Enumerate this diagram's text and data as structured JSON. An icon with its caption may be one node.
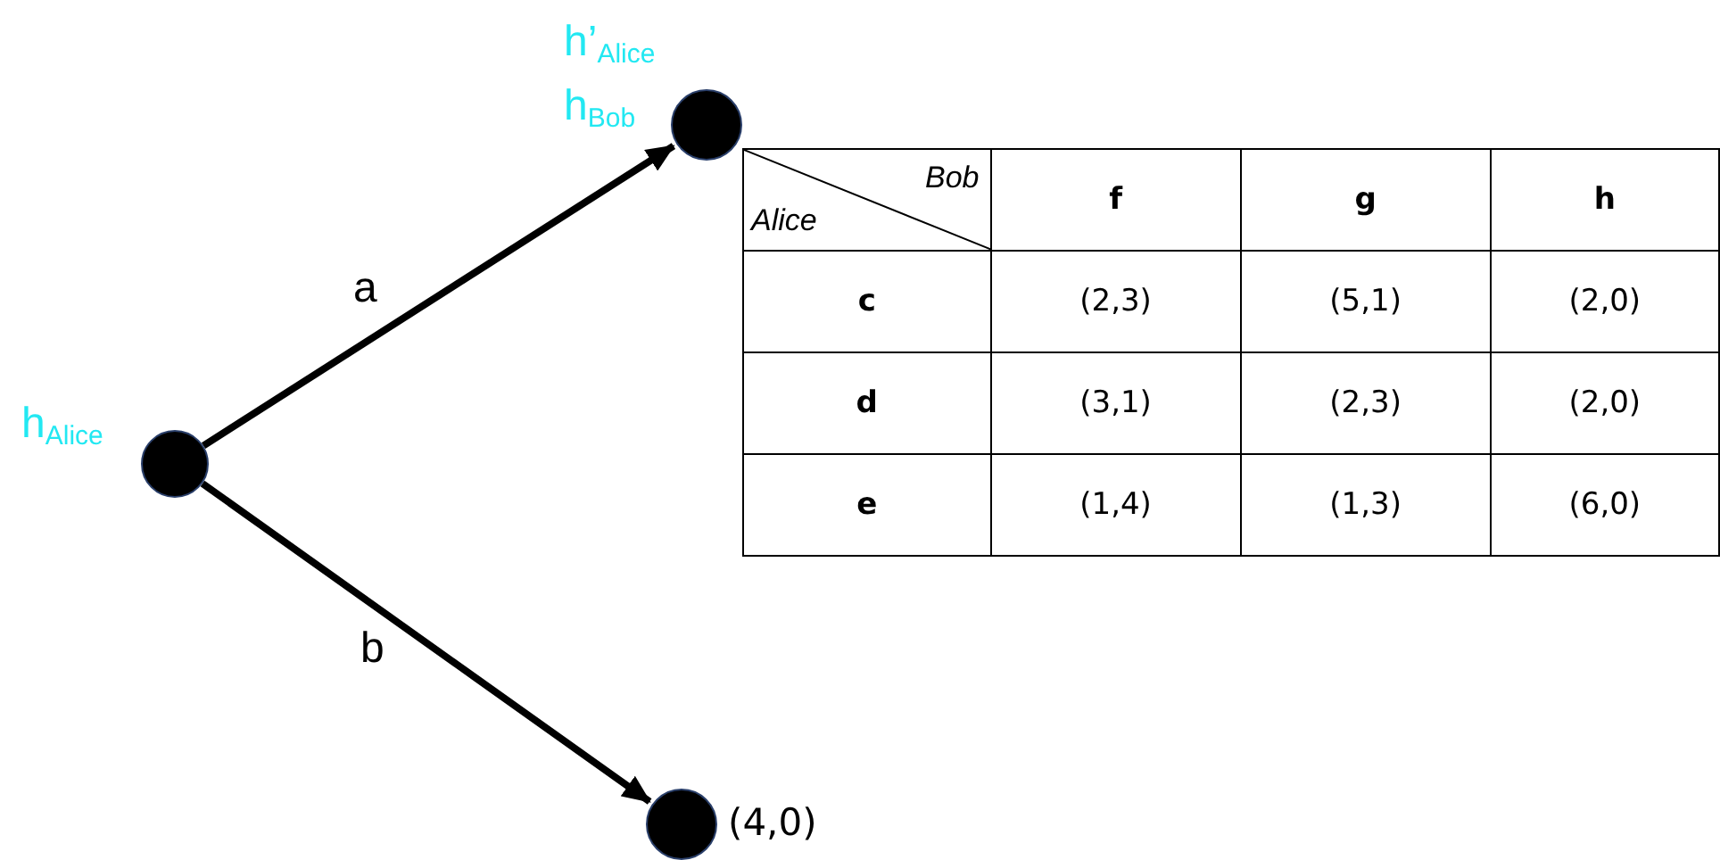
{
  "diagram": {
    "nodes": [
      {
        "text": [],
        "shape": "circle",
        "beside": [
          "h$_{Alice}$"
        ]
      },
      {
        "text": [],
        "shape": "circle",
        "beside": [
          "h’$_{Alice}$",
          "h$_{Bob}$"
        ]
      },
      {
        "text": [],
        "shape": "circle",
        "beside": [
          "(4,0)"
        ]
      }
    ],
    "edges": [
      {
        "from": 0,
        "to": 1,
        "arrow": "to",
        "label": "a"
      },
      {
        "from": 0,
        "to": 2,
        "arrow": "to",
        "label": "b"
      }
    ],
    "labels": [
      "Bob",
      "Alice",
      "f",
      "g",
      "h",
      "c",
      "(2,3)",
      "(5,1)",
      "(2,0)",
      "d",
      "(3,1)",
      "(2,3)",
      "(2,0)",
      "e",
      "(1,4)",
      "(1,3)",
      "(6,0)"
    ]
  }
}
